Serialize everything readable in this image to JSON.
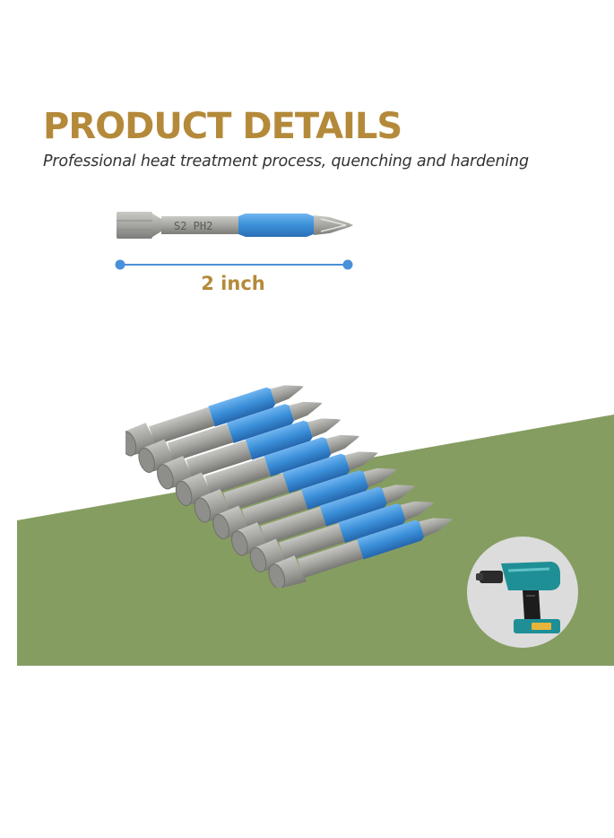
{
  "header": {
    "title": "PRODUCT DETAILS",
    "subtitle": "Professional heat treatment process, quenching and hardening"
  },
  "measurement": {
    "label": "2 inch"
  },
  "bit": {
    "engraving": "S2 PH2"
  },
  "colors": {
    "title_gold": "#b48a3a",
    "accent_blue": "#4a90d9",
    "bit_blue": "#3a8fd8",
    "steel_gray": "#9a9a96",
    "backdrop_green": "#869d62"
  },
  "icons": {
    "product_bits": "screwdriver-bit-set-icon",
    "drill": "cordless-drill-icon"
  }
}
